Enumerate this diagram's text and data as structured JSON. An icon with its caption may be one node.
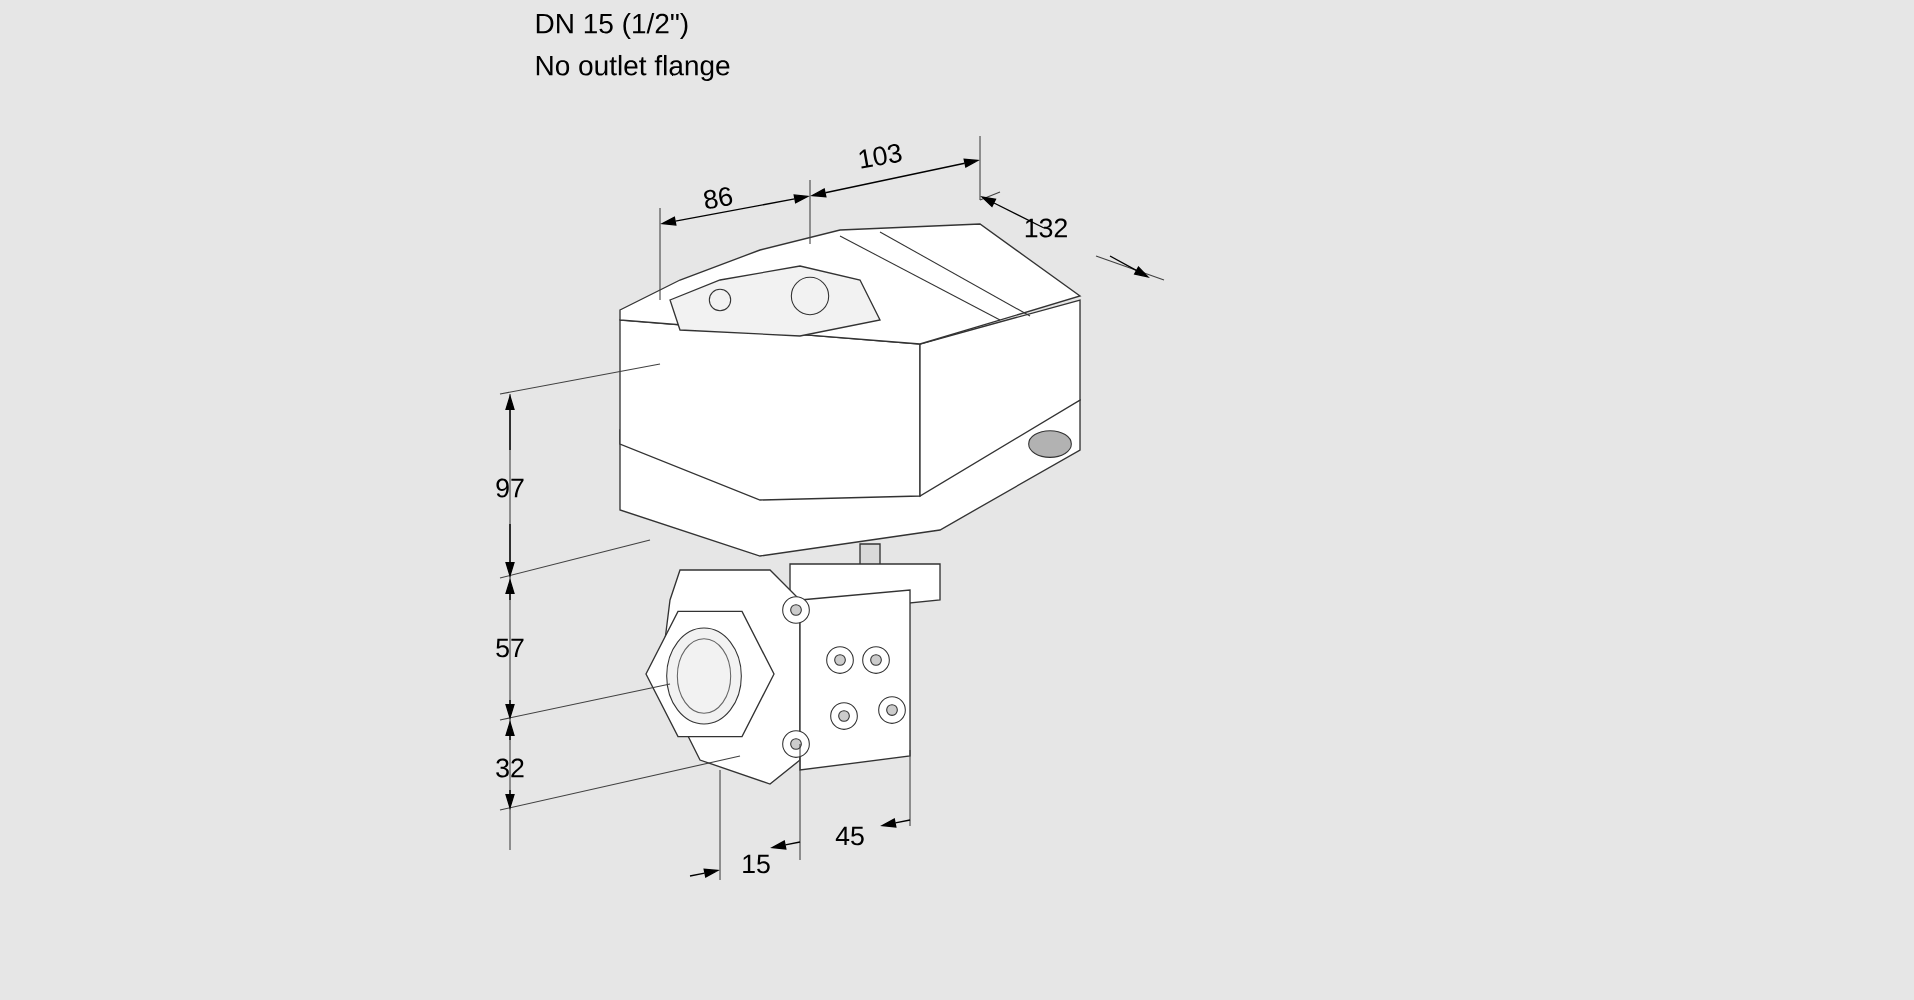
{
  "diagram": {
    "labels": [
      "DN 15 (1/2\")",
      "No outlet flange",
      "86",
      "103",
      "132",
      "97",
      "57",
      "32",
      "15",
      "45"
    ]
  }
}
